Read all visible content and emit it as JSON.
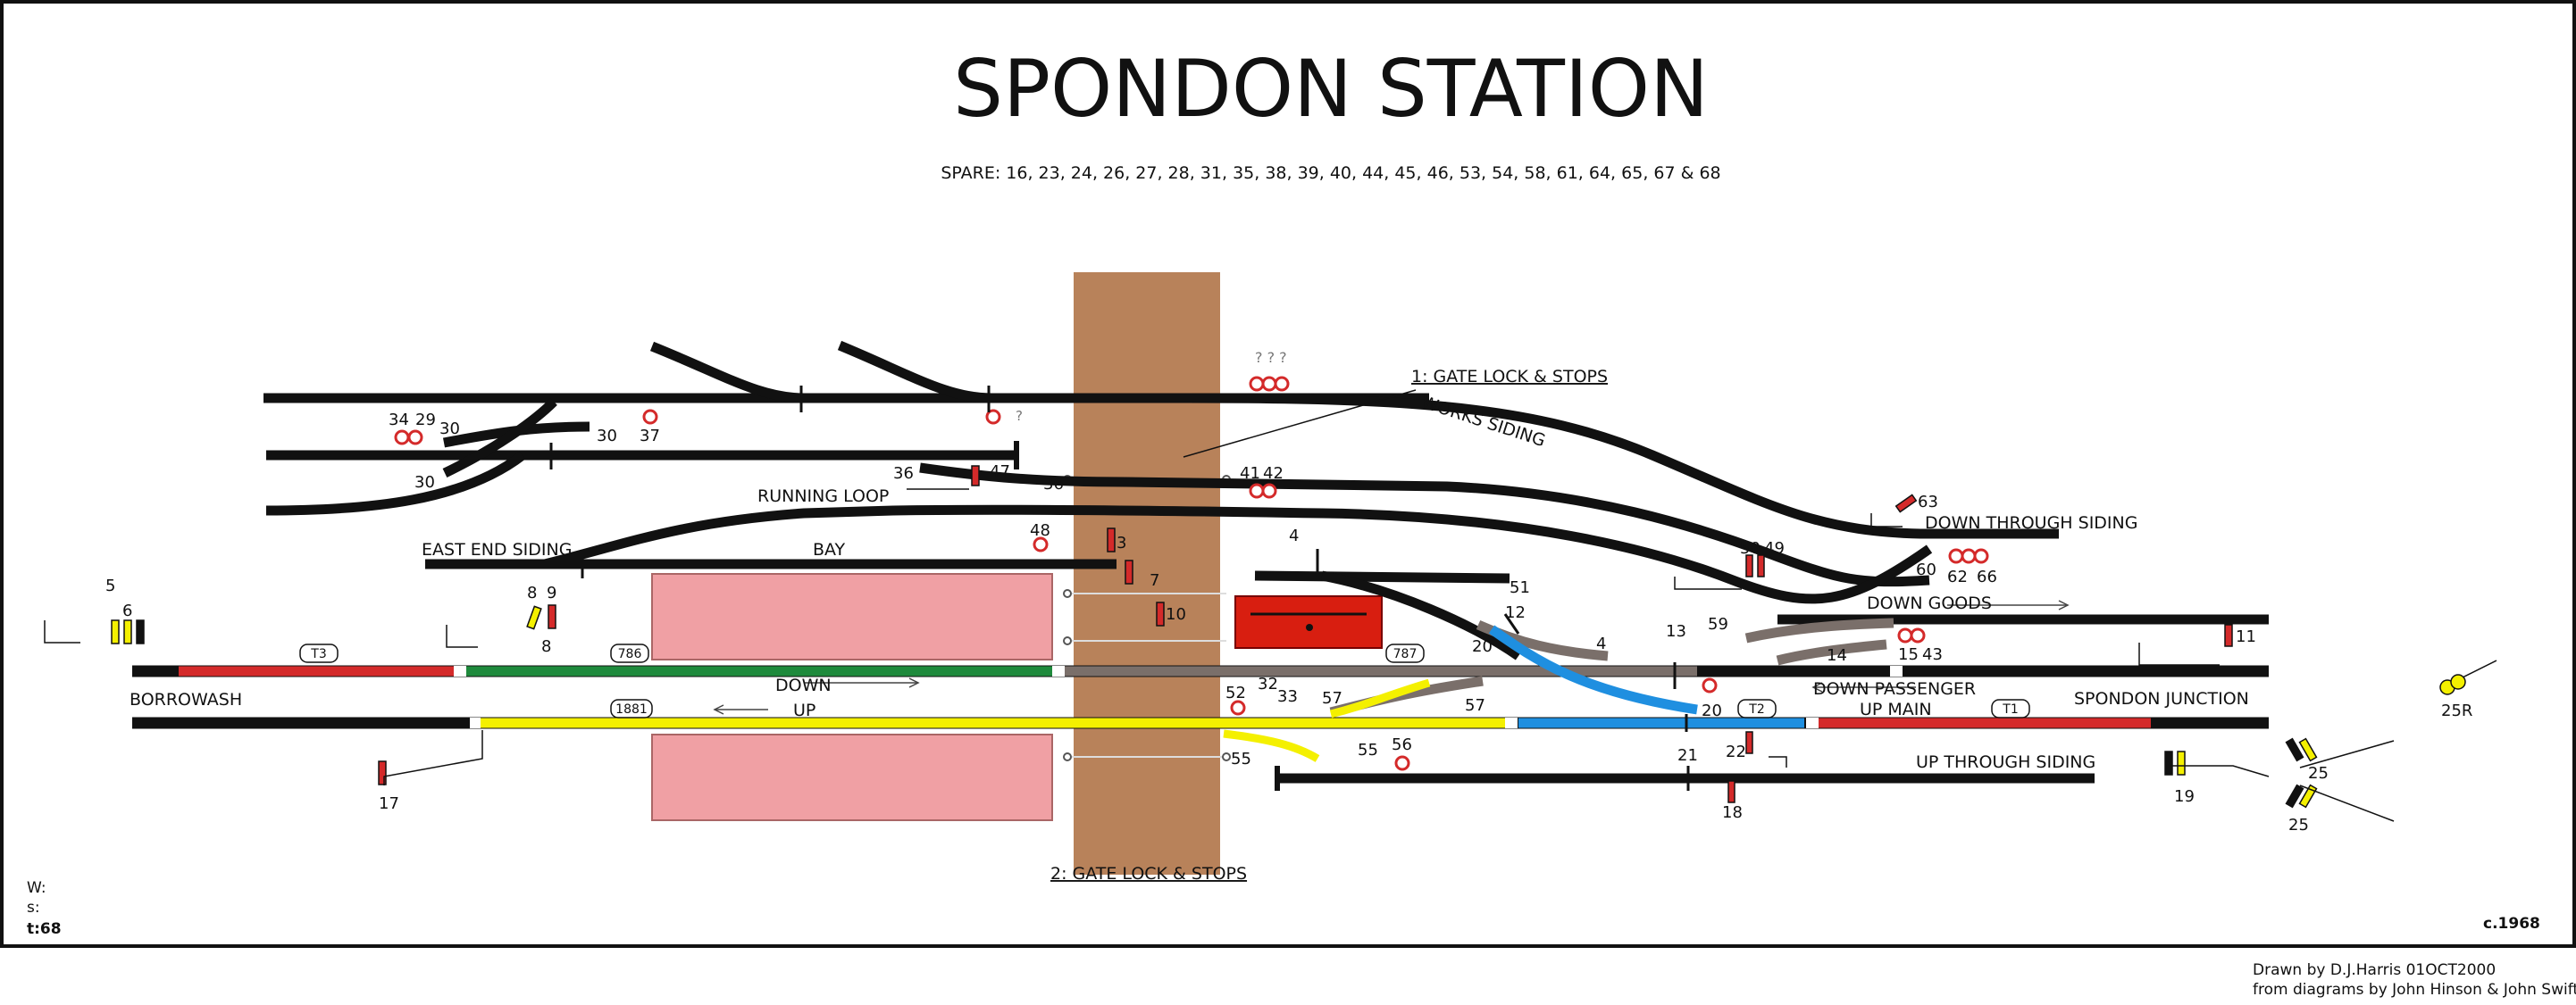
{
  "title": "SPONDON STATION",
  "spare_levers": "SPARE: 16, 23, 24, 26, 27, 28, 31, 35, 38, 39, 40, 44, 45, 46, 53, 54, 58, 61, 64, 65, 67 & 68",
  "annotations": {
    "gate_lock_1": "1: GATE LOCK & STOPS",
    "gate_lock_2": "2: GATE LOCK & STOPS",
    "question_marks": "? ? ?",
    "q_single": "?"
  },
  "track_labels": {
    "works_siding": "WORKS SIDING",
    "running_loop": "RUNNING LOOP",
    "east_end_siding": "EAST END SIDING",
    "bay": "BAY",
    "down_through_siding": "DOWN  THROUGH SIDING",
    "down_goods": "DOWN GOODS",
    "down_passenger": "DOWN PASSENGER",
    "spondon_junction": "SPONDON JUNCTION",
    "up_main": "UP MAIN",
    "up_through_siding": "UP THROUGH SIDING",
    "borrowash": "BORROWASH",
    "down": "DOWN",
    "up": "UP"
  },
  "track_circuits": [
    "T3",
    "786",
    "787",
    "1881",
    "T2",
    "T1"
  ],
  "lever_numbers": {
    "n34": "34",
    "n29": "29",
    "n30a": "30",
    "n30b": "30",
    "n30c": "30",
    "n37": "37",
    "n36a": "36",
    "n47": "47",
    "n36b": "36",
    "n41": "41",
    "n42": "42",
    "n48": "48",
    "n3": "3",
    "n4a": "4",
    "n4b": "4",
    "n7": "7",
    "n10": "10",
    "n51": "51",
    "n12": "12",
    "n20a": "20",
    "n20b": "20",
    "n13": "13",
    "n14": "14",
    "n59": "59",
    "n60": "60",
    "n50": "50",
    "n49": "49",
    "n62": "62",
    "n66": "66",
    "n63": "63",
    "n15": "15",
    "n43": "43",
    "n11": "11",
    "n5": "5",
    "n6": "6",
    "n8a": "8",
    "n9": "9",
    "n8b": "8",
    "n52": "52",
    "n32": "32",
    "n33": "33",
    "n57a": "57",
    "n57b": "57",
    "n55a": "55",
    "n55b": "55",
    "n56": "56",
    "n21": "21",
    "n22": "22",
    "n18": "18",
    "n17": "17",
    "n19": "19",
    "n25a": "25",
    "n25b": "25",
    "n25r": "25R"
  },
  "footer": {
    "w": "W:",
    "s": "s:",
    "t": "t:68",
    "date": "c.1968",
    "drawn_by": "Drawn by D.J.Harris 01OCT2000",
    "from_diagrams": "from diagrams by John Hinson & John Swift"
  },
  "colors": {
    "track": "#111111",
    "red": "#d42a2a",
    "green": "#1e8a3c",
    "yellow": "#f4f000",
    "blue": "#1f8fe0",
    "grey": "#7a6f6a",
    "crossing": "#b8825a",
    "platform": "#f0a0a4",
    "signalbox": "#d81e10"
  }
}
